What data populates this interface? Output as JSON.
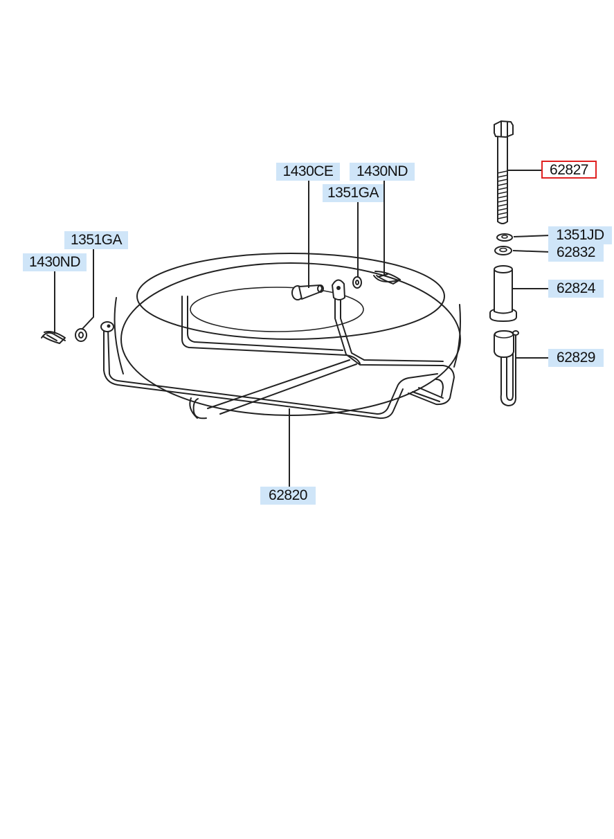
{
  "labels": {
    "l1430ce": "1430CE",
    "l1430nd_top": "1430ND",
    "l1351ga_top": "1351GA",
    "l1351ga_left": "1351GA",
    "l1430nd_left": "1430ND",
    "l62827": "62827",
    "l1351jd": "1351JD",
    "l62832": "62832",
    "l62824": "62824",
    "l62829": "62829",
    "l62820": "62820"
  },
  "colors": {
    "label_bg": "#cfe5f8",
    "selected_border": "#e02020",
    "line": "#222222"
  },
  "selected_part": "62827"
}
